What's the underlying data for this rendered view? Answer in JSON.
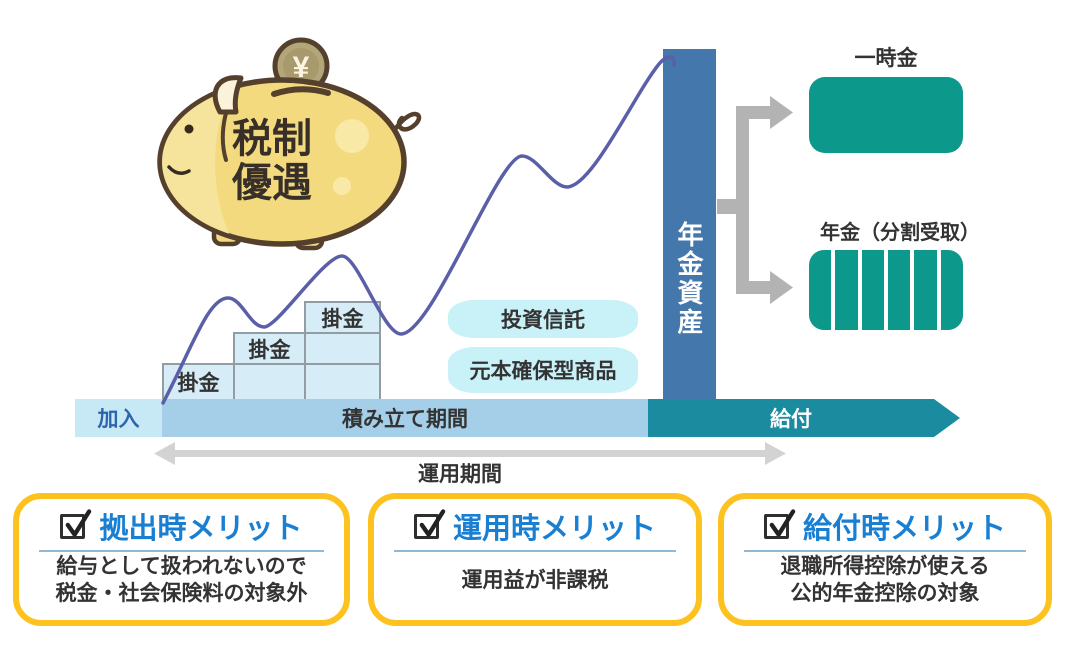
{
  "piggy": {
    "label_line1": "税制",
    "label_line2": "優遇",
    "coin_symbol": "¥"
  },
  "blocks": {
    "contribution_label": "掛金",
    "columns": 3,
    "stacked_counts": [
      1,
      2,
      3
    ]
  },
  "timeline": {
    "join": "加入",
    "accumulation": "積み立て期間",
    "benefit": "給付",
    "operation_period": "運用期間"
  },
  "products": [
    "投資信託",
    "元本確保型商品"
  ],
  "asset_bar": {
    "label": "年金資産"
  },
  "payouts": {
    "lump_sum_label": "一時金",
    "annuity_label": "年金（分割受取）",
    "annuity_segments": 6
  },
  "merits": [
    {
      "title": "拠出時メリット",
      "lines": [
        "給与として扱われないので",
        "税金・社会保険料の対象外"
      ]
    },
    {
      "title": "運用時メリット",
      "lines": [
        "運用益が非課税"
      ]
    },
    {
      "title": "給付時メリット",
      "lines": [
        "退職所得控除が使える",
        "公的年金控除の対象"
      ]
    }
  ],
  "colors": {
    "accent_blue": "#187fd2",
    "payout_teal": "#0d988c",
    "benefit_band_teal": "#1b8ba0",
    "asset_bar_blue": "#4477ac",
    "growth_curve": "#5a5fa8",
    "card_border_yellow": "#fdc21f",
    "block_fill": "#d6edf7",
    "pill_fill": "#c9f1f8",
    "join_band": "#c7e9f6",
    "accumulation_band": "#a5cee8",
    "pig_gold": "#f4da7f"
  }
}
